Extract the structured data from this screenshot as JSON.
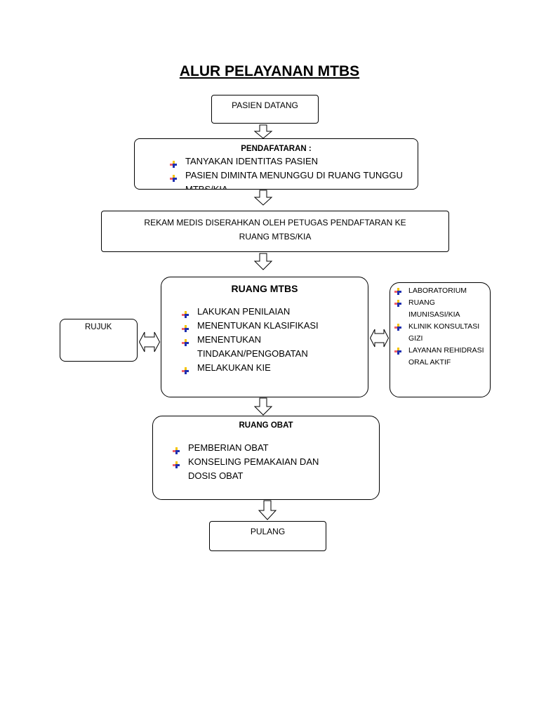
{
  "title": "ALUR PELAYANAN MTBS",
  "pasien_datang": "PASIEN DATANG",
  "pendaftaran": {
    "heading": "PENDAFATARAN :",
    "items": [
      "TANYAKAN IDENTITAS PASIEN",
      "PASIEN DIMINTA MENUNGGU DI RUANG TUNGGU MTBS/KIA"
    ]
  },
  "rekam_medis": "REKAM MEDIS DISERAHKAN OLEH PETUGAS PENDAFTARAN KE RUANG MTBS/KIA",
  "ruang_mtbs": {
    "heading": "RUANG MTBS",
    "items": [
      "LAKUKAN PENILAIAN",
      "MENENTUKAN KLASIFIKASI",
      "MENENTUKAN TINDAKAN/PENGOBATAN",
      "MELAKUKAN KIE"
    ]
  },
  "rujuk": "RUJUK",
  "penunjang": {
    "items": [
      "LABORATORIUM",
      "RUANG IMUNISASI/KIA",
      "KLINIK KONSULTASI GIZI",
      "LAYANAN REHIDRASI ORAL AKTIF"
    ]
  },
  "ruang_obat": {
    "heading": "RUANG OBAT",
    "items": [
      "PEMBERIAN OBAT",
      "KONSELING PEMAKAIAN DAN DOSIS OBAT"
    ]
  },
  "pulang": "PULANG",
  "bullet_icon": "four-color-cross-bullet",
  "colors": {
    "bullet_red": "#e8202a",
    "bullet_yellow": "#f5c400",
    "bullet_blue": "#1f2fb0"
  }
}
